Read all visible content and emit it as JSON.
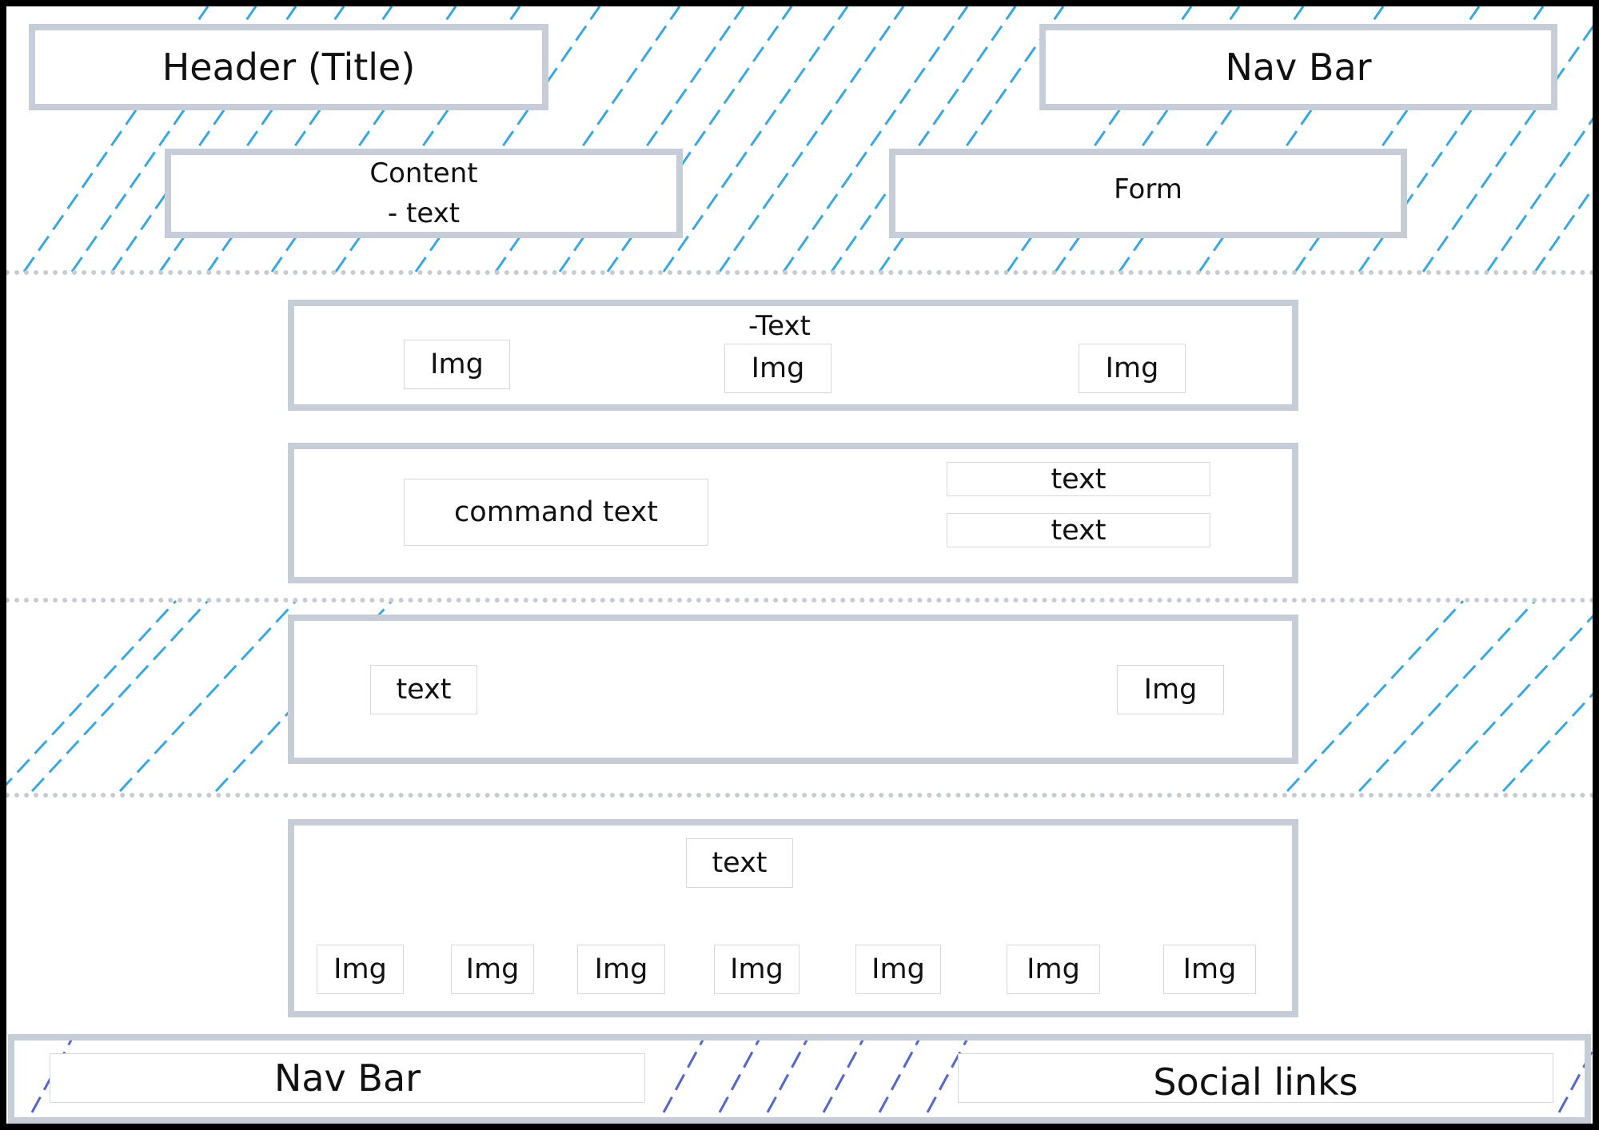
{
  "header": {
    "title": "Header (Title)"
  },
  "top_nav": {
    "label": "Nav Bar"
  },
  "content_box": {
    "line1": "Content",
    "line2": "- text"
  },
  "form_box": {
    "label": "Form"
  },
  "gallery_row": {
    "heading": "-Text",
    "images": [
      "Img",
      "Img",
      "Img"
    ]
  },
  "command_row": {
    "command_label": "command text",
    "texts": [
      "text",
      "text"
    ]
  },
  "feature_row": {
    "text": "text",
    "image": "Img"
  },
  "strip_row": {
    "text": "text",
    "images": [
      "Img",
      "Img",
      "Img",
      "Img",
      "Img",
      "Img",
      "Img"
    ]
  },
  "footer": {
    "nav_label": "Nav Bar",
    "social_label": "Social links"
  },
  "colors": {
    "frame": "#000000",
    "box_border": "#c6cdd6",
    "hatch_light": "#3aa7dd",
    "hatch_dark": "#5567c9",
    "separator": "#c7ccd4"
  }
}
